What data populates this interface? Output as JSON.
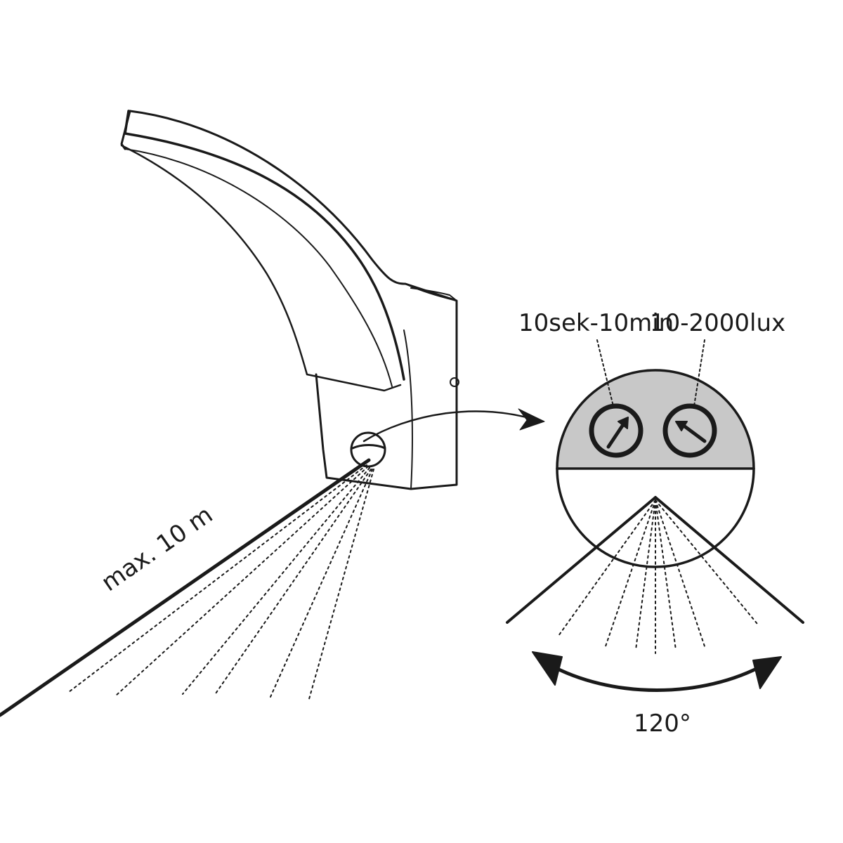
{
  "labels": {
    "time_range": "10sek-10min",
    "lux_range": "10-2000lux",
    "detection_angle": "120°",
    "max_range": "max. 10 m"
  },
  "colors": {
    "line": "#1a1a1a",
    "sensor_panel": "#c8c8c8",
    "background": "#ffffff"
  }
}
